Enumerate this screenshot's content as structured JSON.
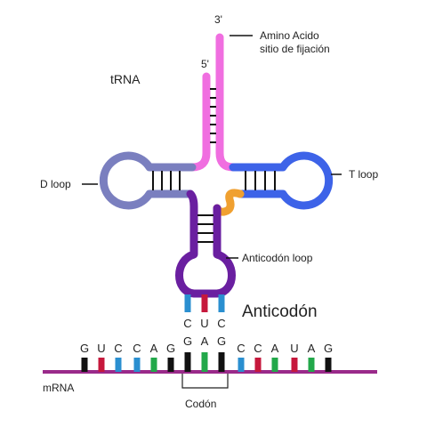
{
  "labels": {
    "trna": "tRNA",
    "three_prime": "3'",
    "five_prime": "5'",
    "amino_line1": "Amino Acido",
    "amino_line2": "sitio de fijación",
    "d_loop": "D loop",
    "t_loop": "T loop",
    "anticodon_loop": "Anticodón loop",
    "anticodon": "Anticodón",
    "mrna": "mRNA",
    "codon": "Codón"
  },
  "anticodon_bases": [
    {
      "letter": "C",
      "color": "#2a8fd0"
    },
    {
      "letter": "U",
      "color": "#c6183c"
    },
    {
      "letter": "C",
      "color": "#2a8fd0"
    }
  ],
  "mrna_bases": [
    {
      "letter": "G",
      "color": "#111111"
    },
    {
      "letter": "U",
      "color": "#c6183c"
    },
    {
      "letter": "C",
      "color": "#2a8fd0"
    },
    {
      "letter": "C",
      "color": "#2a8fd0"
    },
    {
      "letter": "A",
      "color": "#22a84a"
    },
    {
      "letter": "G",
      "color": "#111111"
    },
    {
      "letter": "G",
      "color": "#111111"
    },
    {
      "letter": "A",
      "color": "#22a84a"
    },
    {
      "letter": "G",
      "color": "#111111"
    },
    {
      "letter": "C",
      "color": "#2a8fd0"
    },
    {
      "letter": "C",
      "color": "#c6183c"
    },
    {
      "letter": "A",
      "color": "#22a84a"
    },
    {
      "letter": "U",
      "color": "#c6183c"
    },
    {
      "letter": "A",
      "color": "#22a84a"
    },
    {
      "letter": "G",
      "color": "#111111"
    }
  ],
  "colors": {
    "acceptor_stem": "#f06ee0",
    "d_arm": "#7a7fbf",
    "t_arm": "#3d63e8",
    "variable_loop": "#f0a030",
    "anticodon_arm": "#6a1fa0",
    "mrna_strand": "#9a2a8a"
  }
}
